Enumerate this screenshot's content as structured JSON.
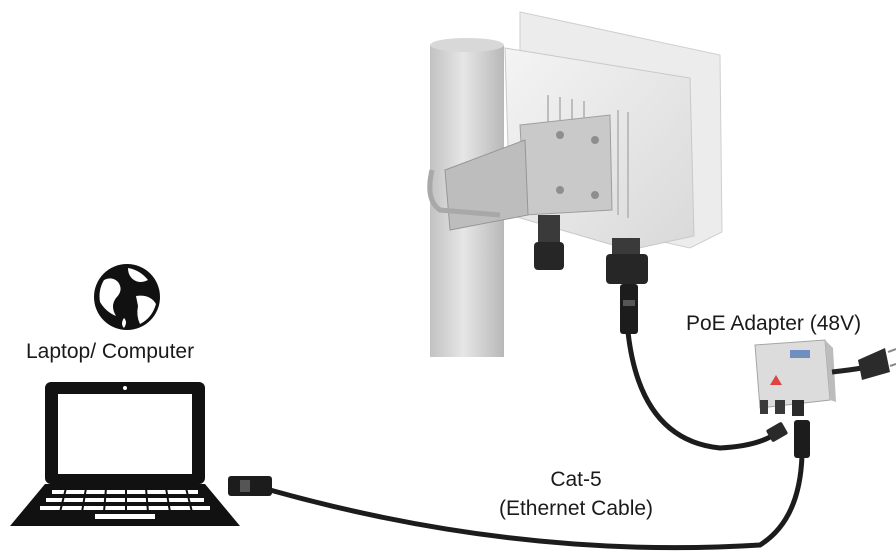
{
  "labels": {
    "laptop": "Laptop/ Computer",
    "poe_adapter": "PoE Adapter (48V)",
    "cable_line1": "Cat-5",
    "cable_line2": "(Ethernet Cable)"
  },
  "icons": {
    "globe": "globe-icon",
    "laptop": "laptop-icon"
  },
  "colors": {
    "text": "#1a1a1a",
    "device_body": "#e9e9e9",
    "pole": "#cfcfcf",
    "cable": "#1c1c1c"
  }
}
